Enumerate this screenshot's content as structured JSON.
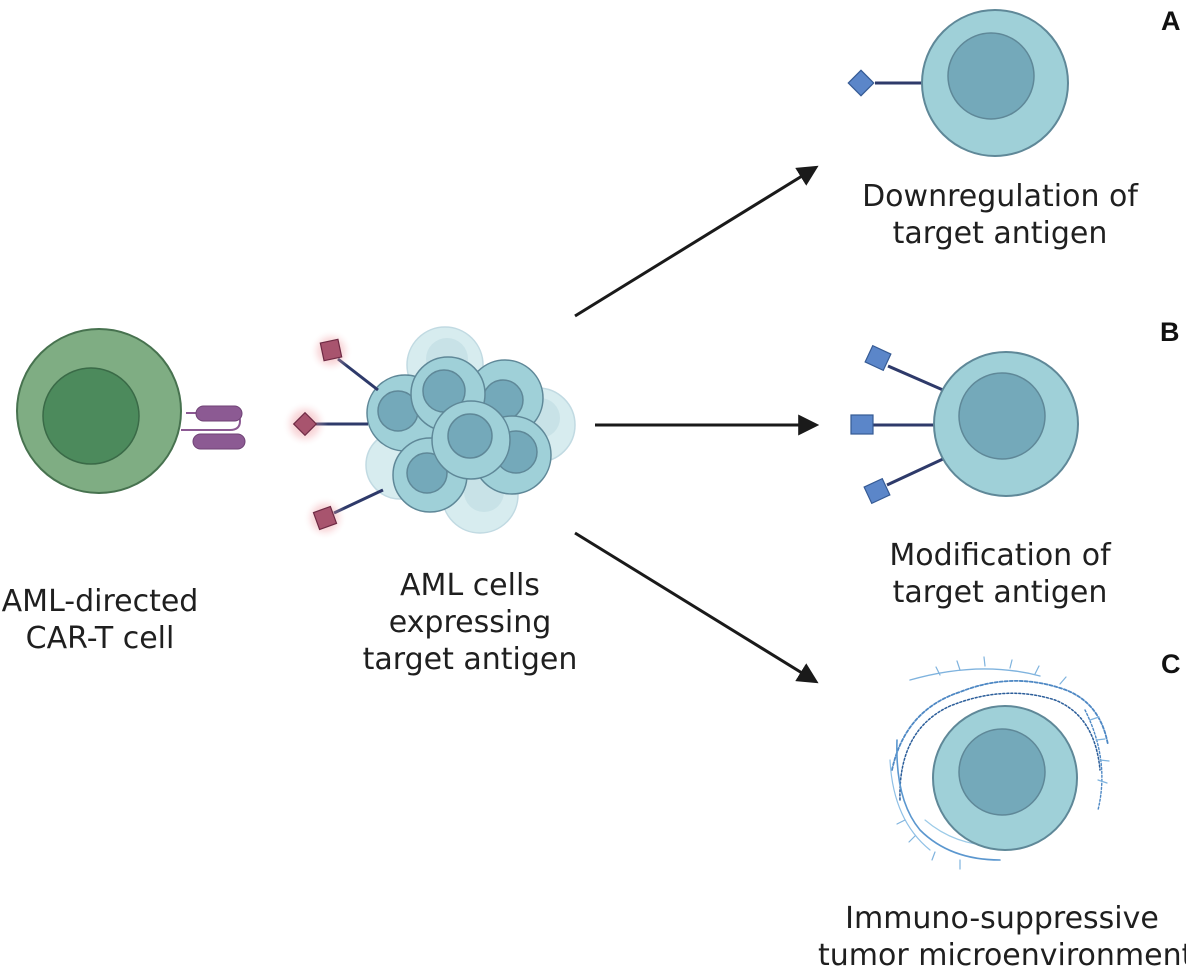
{
  "captions": {
    "car_t": [
      "AML-directed",
      "CAR-T cell"
    ],
    "aml": [
      "AML cells",
      "expressing",
      "target antigen"
    ],
    "a": [
      "Downregulation of",
      "target antigen"
    ],
    "b": [
      "Modification of",
      "target antigen"
    ],
    "c": [
      "Immuno-suppressive",
      "tumor microenvironment"
    ]
  },
  "panel_letters": {
    "a": "A",
    "b": "B",
    "c": "C"
  },
  "colors": {
    "car_t_outer": "#7fad83",
    "car_t_inner": "#4c8a5c",
    "car_receptor": "#8c5a93",
    "aml_outer": "#9fd0d8",
    "aml_inner": "#74a9ba",
    "cell_outline": "#5f8898",
    "antigen_glow": "#e0707a",
    "antigen_aml": "#a8546e",
    "antigen_blue": "#5b86c9",
    "stalk": "#2e3a6a",
    "arrow": "#1a1a1a",
    "tme_fibers": "#4e88c4"
  },
  "icons": {
    "car_t_cell": "green-t-cell-icon",
    "aml_cluster": "aml-cell-cluster-icon",
    "tme": "extracellular-matrix-fibers-icon"
  }
}
